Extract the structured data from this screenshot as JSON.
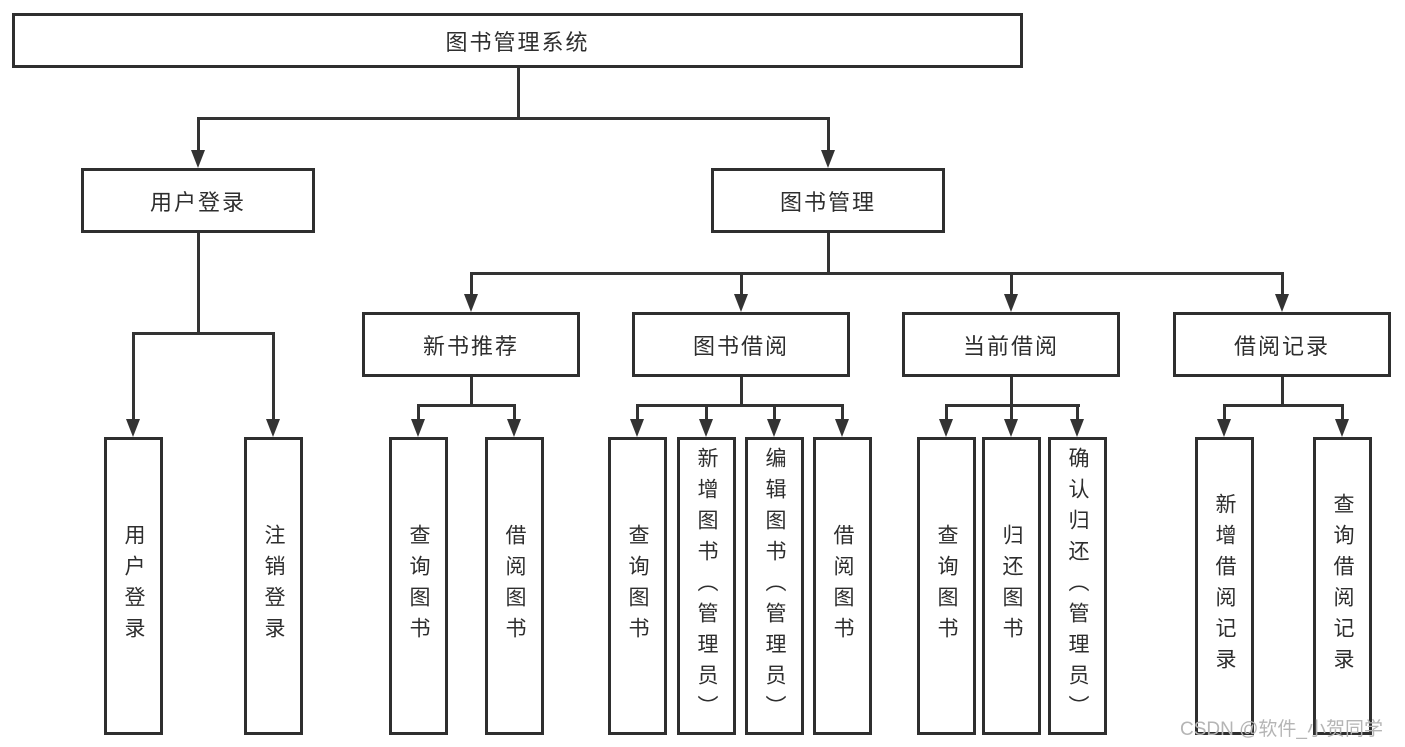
{
  "diagram": {
    "root": {
      "label": "图书管理系统",
      "children": [
        {
          "label": "用户登录",
          "children": [
            {
              "label": "用户登录"
            },
            {
              "label": "注销登录"
            }
          ]
        },
        {
          "label": "图书管理",
          "children": [
            {
              "label": "新书推荐",
              "children": [
                {
                  "label": "查询图书"
                },
                {
                  "label": "借阅图书"
                }
              ]
            },
            {
              "label": "图书借阅",
              "children": [
                {
                  "label": "查询图书"
                },
                {
                  "label": "新增图书（管理员）"
                },
                {
                  "label": "编辑图书（管理员）"
                },
                {
                  "label": "借阅图书"
                }
              ]
            },
            {
              "label": "当前借阅",
              "children": [
                {
                  "label": "查询图书"
                },
                {
                  "label": "归还图书"
                },
                {
                  "label": "确认归还（管理员）"
                }
              ]
            },
            {
              "label": "借阅记录",
              "children": [
                {
                  "label": "新增借阅记录"
                },
                {
                  "label": "查询借阅记录"
                }
              ]
            }
          ]
        }
      ]
    },
    "colors": {
      "line": "#333333",
      "text": "#2e2e2e",
      "watermark": "#b5b5b5",
      "background": "#ffffff"
    },
    "watermark": "CSDN @软件_小贺同学"
  }
}
